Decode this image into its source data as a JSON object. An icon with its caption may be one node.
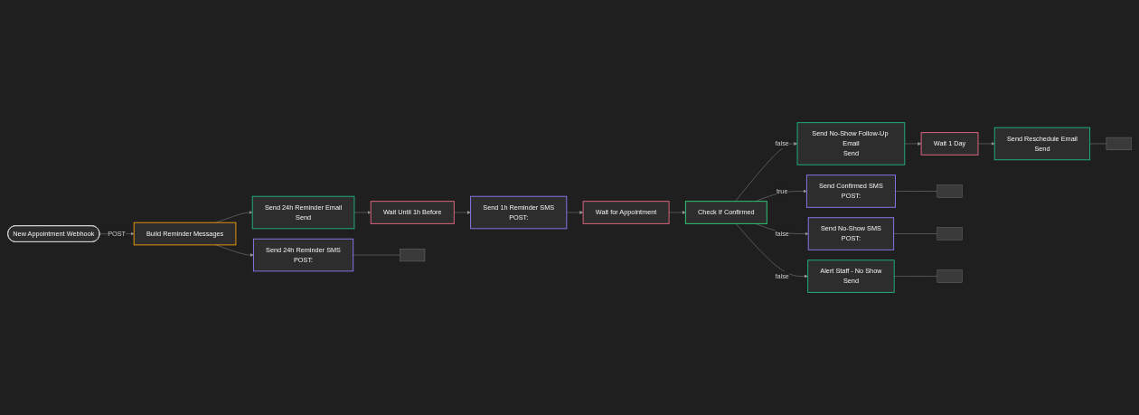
{
  "diagram": {
    "nodes": [
      {
        "text": [
          "New Appointment Webhook"
        ]
      },
      {
        "text": [
          "Build Reminder Messages"
        ]
      },
      {
        "text": [
          "Send 24h Reminder Email",
          "Send"
        ]
      },
      {
        "text": [
          "Send 24h Reminder SMS",
          "POST:"
        ]
      },
      {
        "text": [
          "Wait Until 1h Before"
        ]
      },
      {
        "text": [
          "Send 1h Reminder SMS",
          "POST:"
        ]
      },
      {
        "text": [
          "Wait for Appointment"
        ]
      },
      {
        "text": [
          "Check If Confirmed"
        ]
      },
      {
        "text": [
          "Send Confirmed SMS",
          "POST:"
        ]
      },
      {
        "text": [
          "Send No-Show SMS",
          "POST:"
        ]
      },
      {
        "text": [
          "Send No-Show Follow-Up Email",
          "Send"
        ]
      },
      {
        "text": [
          "Wait 1 Day"
        ]
      },
      {
        "text": [
          "Send Reschedule Email",
          "Send"
        ]
      },
      {
        "text": [
          "Alert Staff - No Show",
          "Send"
        ]
      },
      {
        "text": [],
        "shape": "box"
      },
      {
        "text": [],
        "shape": "box"
      },
      {
        "text": [],
        "shape": "box"
      },
      {
        "text": [],
        "shape": "box"
      },
      {
        "text": [],
        "shape": "box"
      }
    ],
    "edges": [
      {
        "from": 0,
        "to": 1,
        "arrow": "to",
        "label": "POST"
      },
      {
        "from": 1,
        "to": 2,
        "arrow": "to"
      },
      {
        "from": 1,
        "to": 3,
        "arrow": "to"
      },
      {
        "from": 2,
        "to": 4,
        "arrow": "to"
      },
      {
        "from": 4,
        "to": 5,
        "arrow": "to"
      },
      {
        "from": 5,
        "to": 6,
        "arrow": "to"
      },
      {
        "from": 6,
        "to": 7,
        "arrow": "to"
      },
      {
        "from": 7,
        "to": 8,
        "arrow": "to",
        "label": "true"
      },
      {
        "from": 7,
        "to": 9,
        "arrow": "to",
        "label": "false"
      },
      {
        "from": 7,
        "to": 10,
        "arrow": "to",
        "label": "false"
      },
      {
        "from": 7,
        "to": 13,
        "arrow": "to",
        "label": "false"
      },
      {
        "from": 10,
        "to": 11,
        "arrow": "to"
      },
      {
        "from": 11,
        "to": 12,
        "arrow": "to"
      },
      {
        "from": 8,
        "to": 14,
        "arrow": "none"
      },
      {
        "from": 9,
        "to": 15,
        "arrow": "none"
      },
      {
        "from": 3,
        "to": 16,
        "arrow": "none"
      },
      {
        "from": 12,
        "to": 17,
        "arrow": "none"
      },
      {
        "from": 13,
        "to": 18,
        "arrow": "none"
      }
    ]
  }
}
